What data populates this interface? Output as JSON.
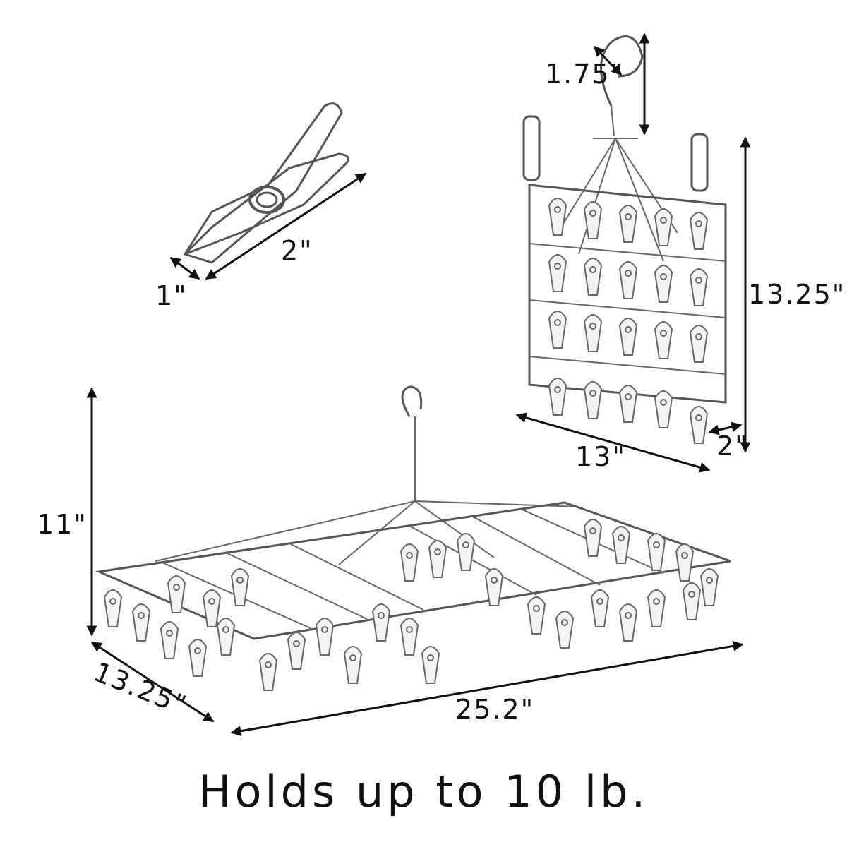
{
  "clip": {
    "length_label": "2\"",
    "width_label": "1\""
  },
  "hanging_view": {
    "hook_label": "1.75\"",
    "height_label": "13.25\"",
    "width_label": "13\"",
    "depth_label": "2\""
  },
  "rack_view": {
    "height_label": "11\"",
    "depth_label": "13.25\"",
    "length_label": "25.2\""
  },
  "caption": "Holds up to 10 lb."
}
